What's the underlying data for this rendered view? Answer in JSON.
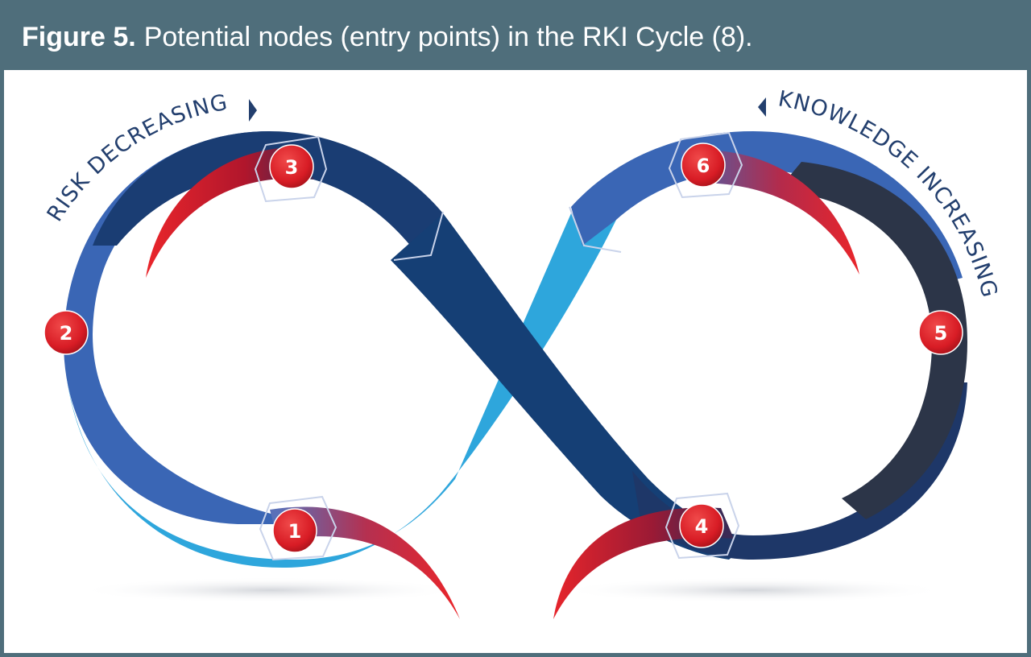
{
  "caption": {
    "label": "Figure 5.",
    "text": "Potential nodes (entry points) in the RKI Cycle (8)."
  },
  "arc_labels": {
    "left": "RISK DECREASING",
    "right": "KNOWLEDGE INCREASING"
  },
  "nodes": [
    "1",
    "2",
    "3",
    "4",
    "5",
    "6"
  ],
  "colors": {
    "frame": "#4f6e7b",
    "band_dark": "#1a3d73",
    "band_mid": "#3a66b5",
    "band_light": "#2ea6dc",
    "band_slate": "#2c3548",
    "node_red": "#d81c25",
    "label_blue": "#233f6e"
  }
}
